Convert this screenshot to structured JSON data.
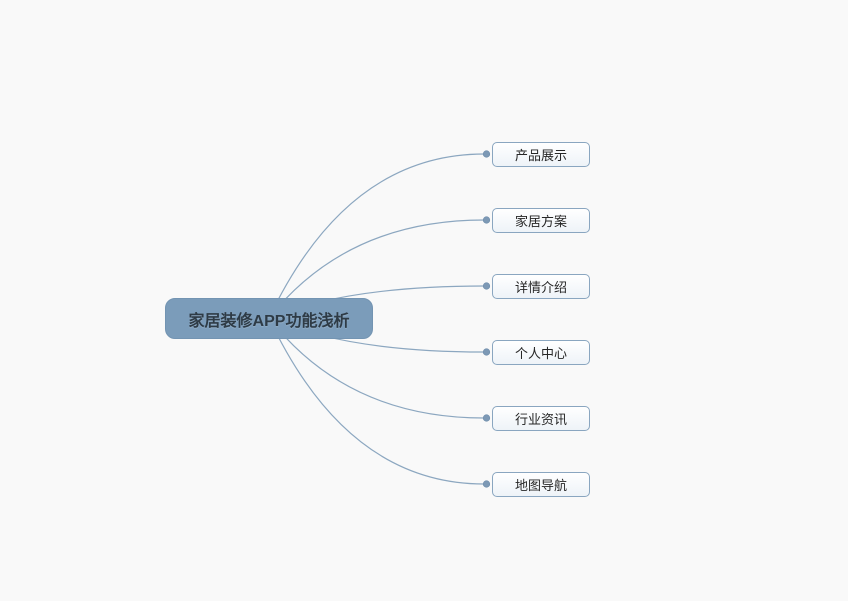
{
  "diagram": {
    "type": "mindmap",
    "root": {
      "label": "家居装修APP功能浅析"
    },
    "branches": [
      {
        "label": "产品展示"
      },
      {
        "label": "家居方案"
      },
      {
        "label": "详情介绍"
      },
      {
        "label": "个人中心"
      },
      {
        "label": "行业资讯"
      },
      {
        "label": "地图导航"
      }
    ],
    "colors": {
      "background": "#f9f9f9",
      "root_fill": "#7b9cba",
      "root_text": "#2e3b46",
      "branch_fill_top": "#ffffff",
      "branch_fill_bottom": "#eef3f8",
      "branch_border": "#8aa6c0",
      "branch_text": "#262626",
      "connector_line": "#8ca7c0",
      "connector_dot": "#7d99b5"
    }
  }
}
